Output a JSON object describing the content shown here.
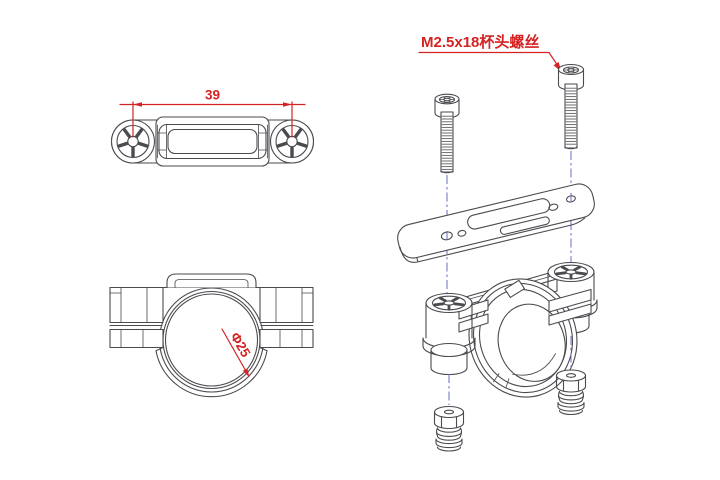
{
  "drawing": {
    "colors": {
      "line": "#4a4a4f",
      "annotation": "#d42322",
      "centerline": "#6a6ec4",
      "background": "#ffffff"
    },
    "callout": {
      "screw_label": "M2.5x18杯头螺丝"
    },
    "dimensions": {
      "hole_spacing": "39",
      "tube_diameter": "Φ25"
    }
  }
}
